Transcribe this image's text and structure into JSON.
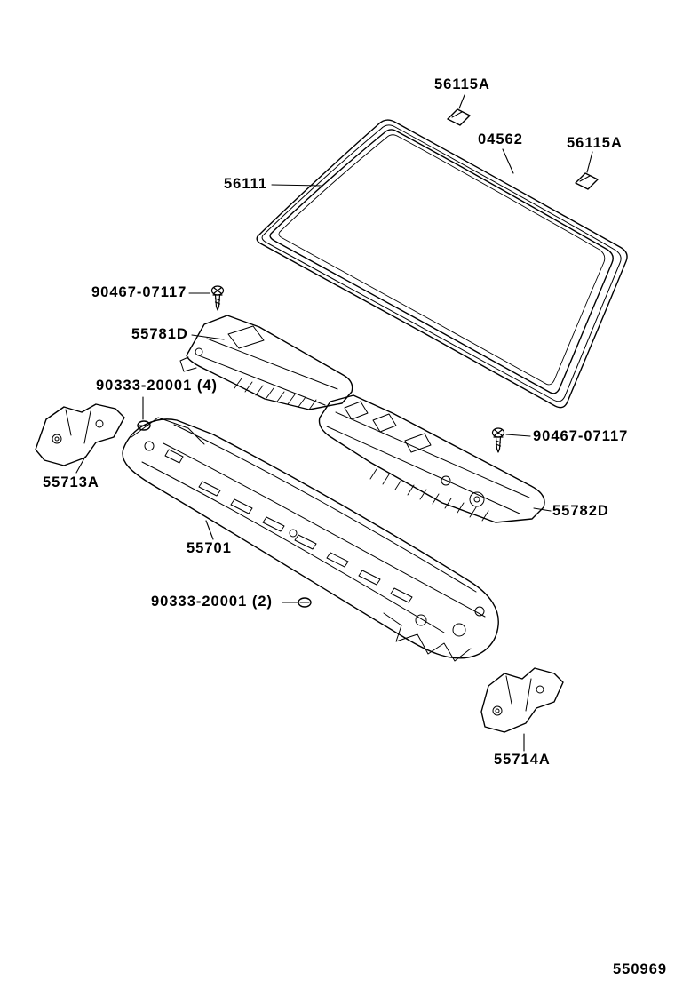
{
  "figure": {
    "number": "550969"
  },
  "colors": {
    "line": "#000000",
    "background": "#ffffff"
  },
  "labels": {
    "clip_top": "56115A",
    "molding": "04562",
    "clip_right": "56115A",
    "windshield_glass": "56111",
    "screw_left": "90467-07117",
    "cowl_louver_lh": "55781D",
    "grommet_front": "90333-20001 (4)",
    "bracket_lh": "55713A",
    "screw_right": "90467-07117",
    "cowl_louver_rh": "55782D",
    "cowl_panel": "55701",
    "grommet_rear": "90333-20001 (2)",
    "bracket_rh": "55714A"
  }
}
